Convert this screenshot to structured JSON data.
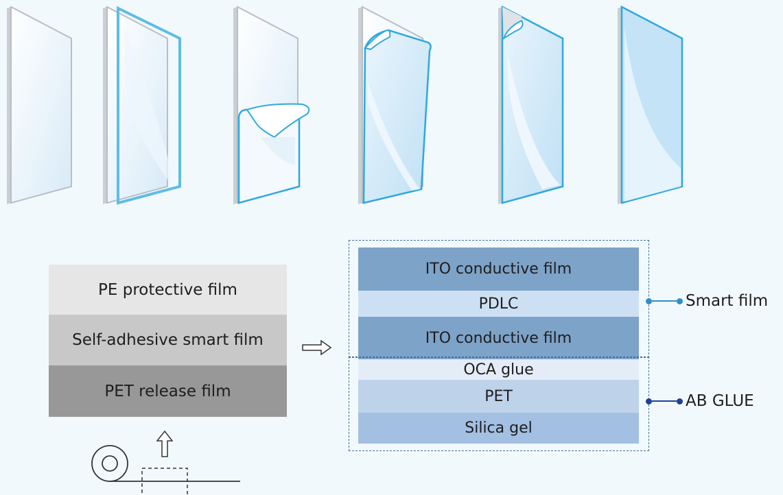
{
  "process_steps": [
    {
      "name": "bare-glass-panel"
    },
    {
      "name": "film-aligned-to-glass"
    },
    {
      "name": "peeling-release-film-bottom"
    },
    {
      "name": "peeling-film-top-corner"
    },
    {
      "name": "film-applied-peeling-top"
    },
    {
      "name": "finished-smart-glass"
    }
  ],
  "source_stack": {
    "layers": [
      {
        "label": "PE protective film",
        "color": "#e6e6e6"
      },
      {
        "label": "Self-adhesive smart film",
        "color": "#c8c8c8"
      },
      {
        "label": "PET release film",
        "color": "#989898"
      }
    ]
  },
  "result_stack": {
    "layers": [
      {
        "label": "ITO conductive film",
        "color": "#7ea3c9"
      },
      {
        "label": "PDLC",
        "color": "#cde0f3"
      },
      {
        "label": "ITO conductive film",
        "color": "#7ea3c9"
      },
      {
        "label": "OCA glue",
        "color": "#e4ecf7"
      },
      {
        "label": "PET",
        "color": "#bed2ea"
      },
      {
        "label": "Silica gel",
        "color": "#a3bfe2"
      }
    ],
    "groups": [
      {
        "label": "Smart film",
        "color": "#2c8fd0"
      },
      {
        "label": "AB GLUE",
        "color": "#1f3f9a"
      }
    ]
  },
  "icons": {
    "right_arrow": "arrow-right-icon",
    "up_arrow": "arrow-up-icon",
    "roll": "film-roll-icon"
  }
}
